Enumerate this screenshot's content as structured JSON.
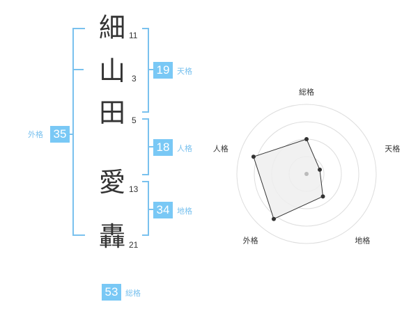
{
  "name": {
    "chars": [
      {
        "char": "細",
        "strokes": "11"
      },
      {
        "char": "山",
        "strokes": "3"
      },
      {
        "char": "田",
        "strokes": "5"
      },
      {
        "char": "愛",
        "strokes": "13"
      },
      {
        "char": "轟",
        "strokes": "21"
      }
    ]
  },
  "scores": {
    "tenkaku": {
      "value": "19",
      "label": "天格"
    },
    "jinkaku": {
      "value": "18",
      "label": "人格"
    },
    "chikaku": {
      "value": "34",
      "label": "地格"
    },
    "gaikaku": {
      "value": "35",
      "label": "外格"
    },
    "soukaku": {
      "value": "53",
      "label": "総格"
    }
  },
  "radar": {
    "axes": [
      "総格",
      "天格",
      "地格",
      "外格",
      "人格"
    ],
    "values": [
      0.5,
      0.2,
      0.4,
      0.8,
      0.8
    ],
    "rings": 4,
    "colors": {
      "fill": "#eeeeee",
      "line": "#333333",
      "ring": "#dddddd",
      "point": "#333333",
      "center": "#bbbbbb"
    }
  },
  "colors": {
    "accent": "#79c8f5",
    "bracket": "#79c1ee"
  }
}
